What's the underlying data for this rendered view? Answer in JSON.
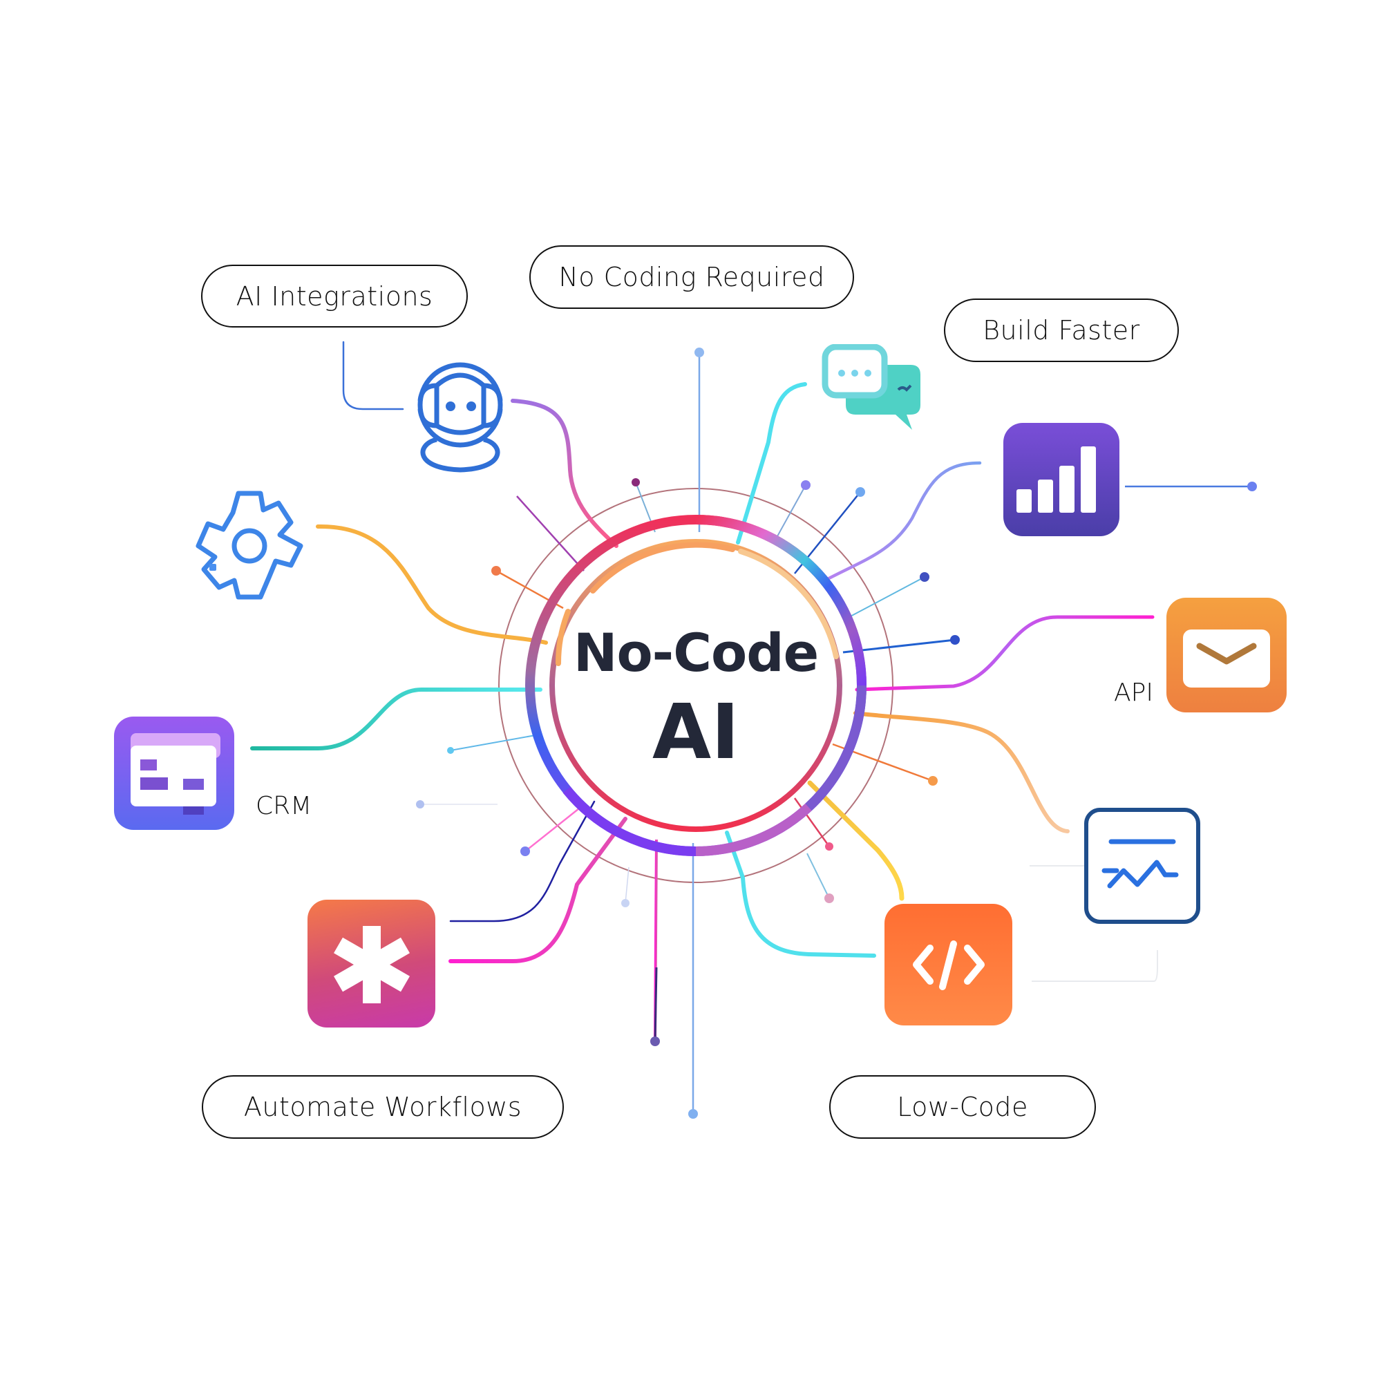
{
  "center": {
    "title_line1": "No-Code",
    "title_line2": "AI"
  },
  "pills": {
    "ai_integrations": "AI Integrations",
    "no_coding_required": "No Coding Required",
    "build_faster": "Build Faster",
    "automate_workflows": "Automate Workflows",
    "low_code": "Low-Code"
  },
  "labels": {
    "api": "API",
    "crm": "CRM"
  },
  "icons": [
    {
      "name": "robot-assistant-icon",
      "color": "#2f6fd6"
    },
    {
      "name": "chat-bubbles-icon",
      "color": "#4fd1c5"
    },
    {
      "name": "bar-chart-icon",
      "color": "#5b43b8"
    },
    {
      "name": "mail-icon",
      "color": "#f0883a"
    },
    {
      "name": "line-chart-icon",
      "color": "#1f4e8c"
    },
    {
      "name": "code-icon",
      "color": "#ff7a36"
    },
    {
      "name": "asterisk-icon",
      "color": "#d63d8f"
    },
    {
      "name": "crm-dashboard-icon",
      "color": "#7a5af0"
    },
    {
      "name": "gear-icon",
      "color": "#3d85e8"
    }
  ],
  "colors": {
    "text_dark": "#232838",
    "pill_border": "#111111",
    "ring_blue": "#3b63f0",
    "ring_red": "#f0304e",
    "ring_cyan": "#40c4e0",
    "accent_orange": "#f7a84a",
    "accent_magenta": "#ff1fd0"
  }
}
